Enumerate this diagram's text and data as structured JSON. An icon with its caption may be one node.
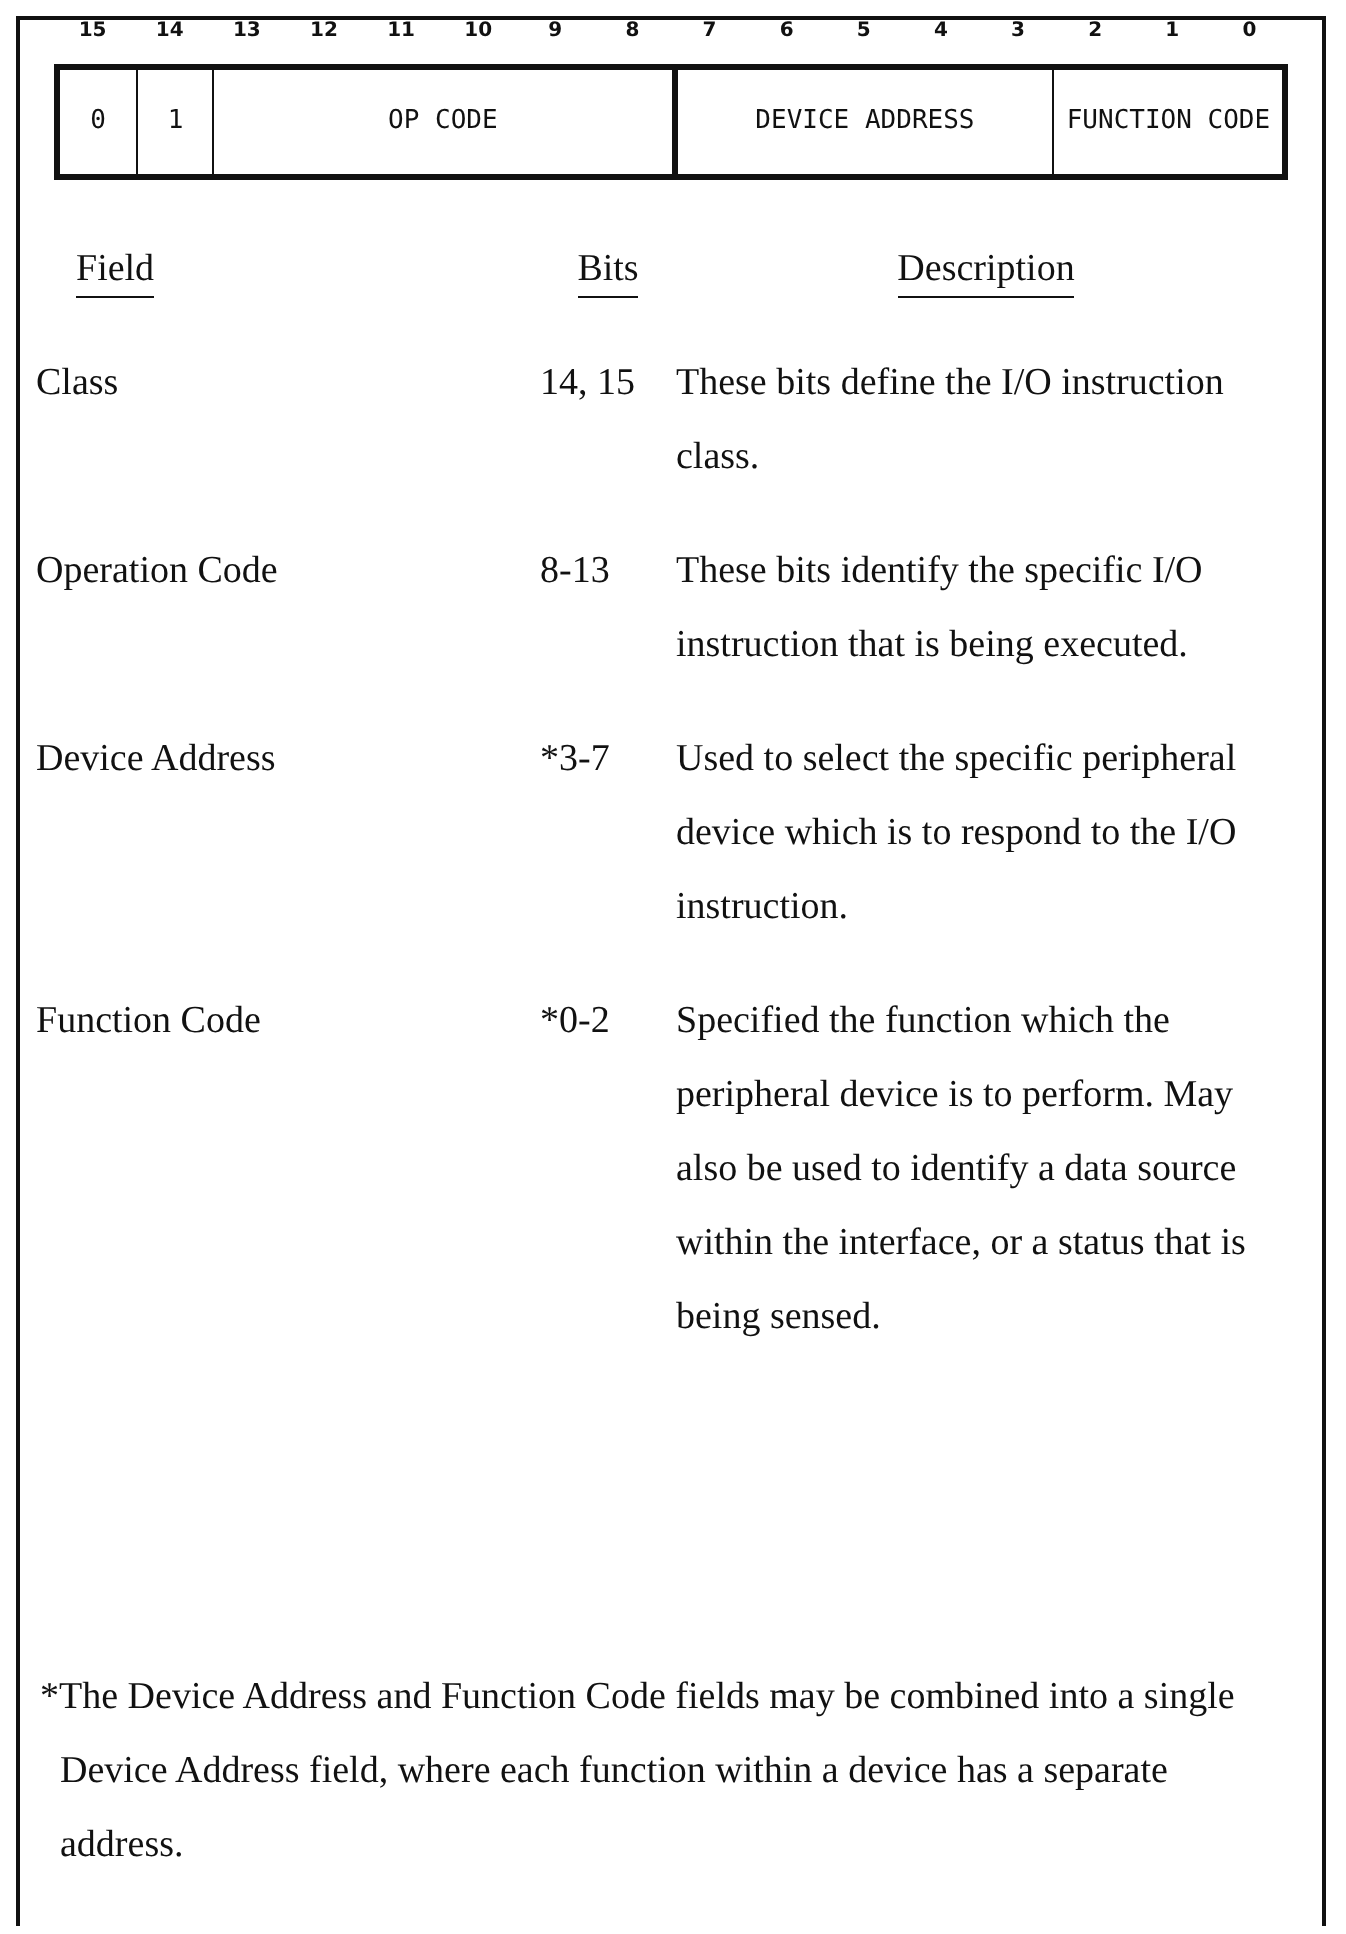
{
  "diagram": {
    "nodes": [
      {
        "text": [
          "0"
        ]
      },
      {
        "text": [
          "1"
        ]
      },
      {
        "text": [
          "OP CODE"
        ]
      },
      {
        "text": [
          "DEVICE ADDRESS"
        ]
      },
      {
        "text": [
          "FUNCTION CODE"
        ]
      }
    ],
    "labels": [
      "15",
      "14",
      "13",
      "12",
      "11",
      "10",
      "9",
      "8",
      "7",
      "6",
      "5",
      "4",
      "3",
      "2",
      "1",
      "0",
      "Field",
      "Bits",
      "Description",
      "Class",
      "14, 15",
      "These bits define the I/O instruction class.",
      "Operation Code",
      "8-13",
      "These bits identify the specific I/O instruction that is being executed.",
      "Device Address",
      "*3-7",
      "Used to select the specific peripheral device which is to respond to the I/O instruction.",
      "Function Code",
      "*0-2",
      "Specified the function which the peripheral device is to perform. May also be used to identify a data source within the interface, or a status that is being sensed.",
      "*The Device Address and Function Code fields may be combined into a single Device Address field, where each function within a device has a separate address."
    ]
  }
}
